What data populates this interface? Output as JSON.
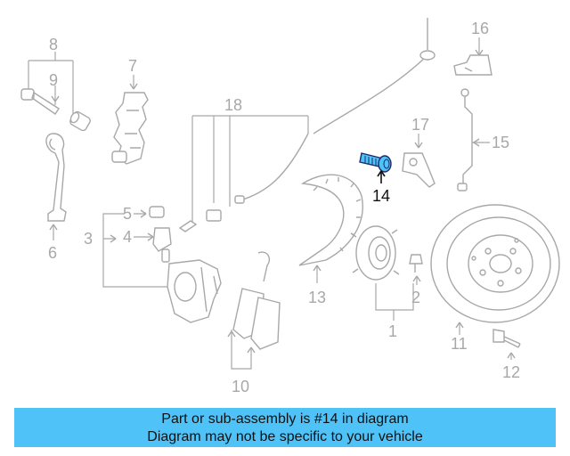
{
  "diagram": {
    "callouts": {
      "c1": "1",
      "c2": "2",
      "c3": "3",
      "c4": "4",
      "c5": "5",
      "c6": "6",
      "c7": "7",
      "c8": "8",
      "c9": "9",
      "c10": "10",
      "c11": "11",
      "c12": "12",
      "c13": "13",
      "c14": "14",
      "c15": "15",
      "c16": "16",
      "c17": "17",
      "c18": "18"
    },
    "highlight_part": "14",
    "highlight_color": "#4fc3f7"
  },
  "caption": {
    "line1": "Part or sub-assembly is #14 in diagram",
    "line2": "Diagram may not be specific to your vehicle",
    "background": "#4fc3f7"
  }
}
